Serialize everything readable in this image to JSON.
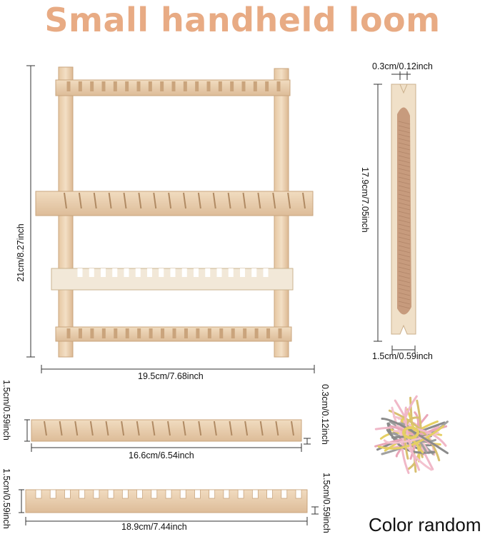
{
  "title": "Small handheld loom",
  "dimensions": {
    "loom_height": "21cm/8.27inch",
    "loom_width": "19.5cm/7.68inch",
    "shuttle_thickness": "0.3cm/0.12inch",
    "shuttle_length": "17.9cm/7.05inch",
    "shuttle_width": "1.5cm/0.59inch",
    "bar1_height": "1.5cm/0.59inch",
    "bar1_thickness": "0.3cm/0.12inch",
    "bar1_length": "16.6cm/6.54inch",
    "bar2_height_left": "1.5cm/0.59inch",
    "bar2_height_right": "1.5cm/0.59inch",
    "bar2_length": "18.9cm/7.44inch"
  },
  "note": "Color random",
  "colors": {
    "wood": "#ecd3b4",
    "wood_dark": "#d4b08a",
    "title": "#e8ab84",
    "yarn": "#c79b7d"
  }
}
